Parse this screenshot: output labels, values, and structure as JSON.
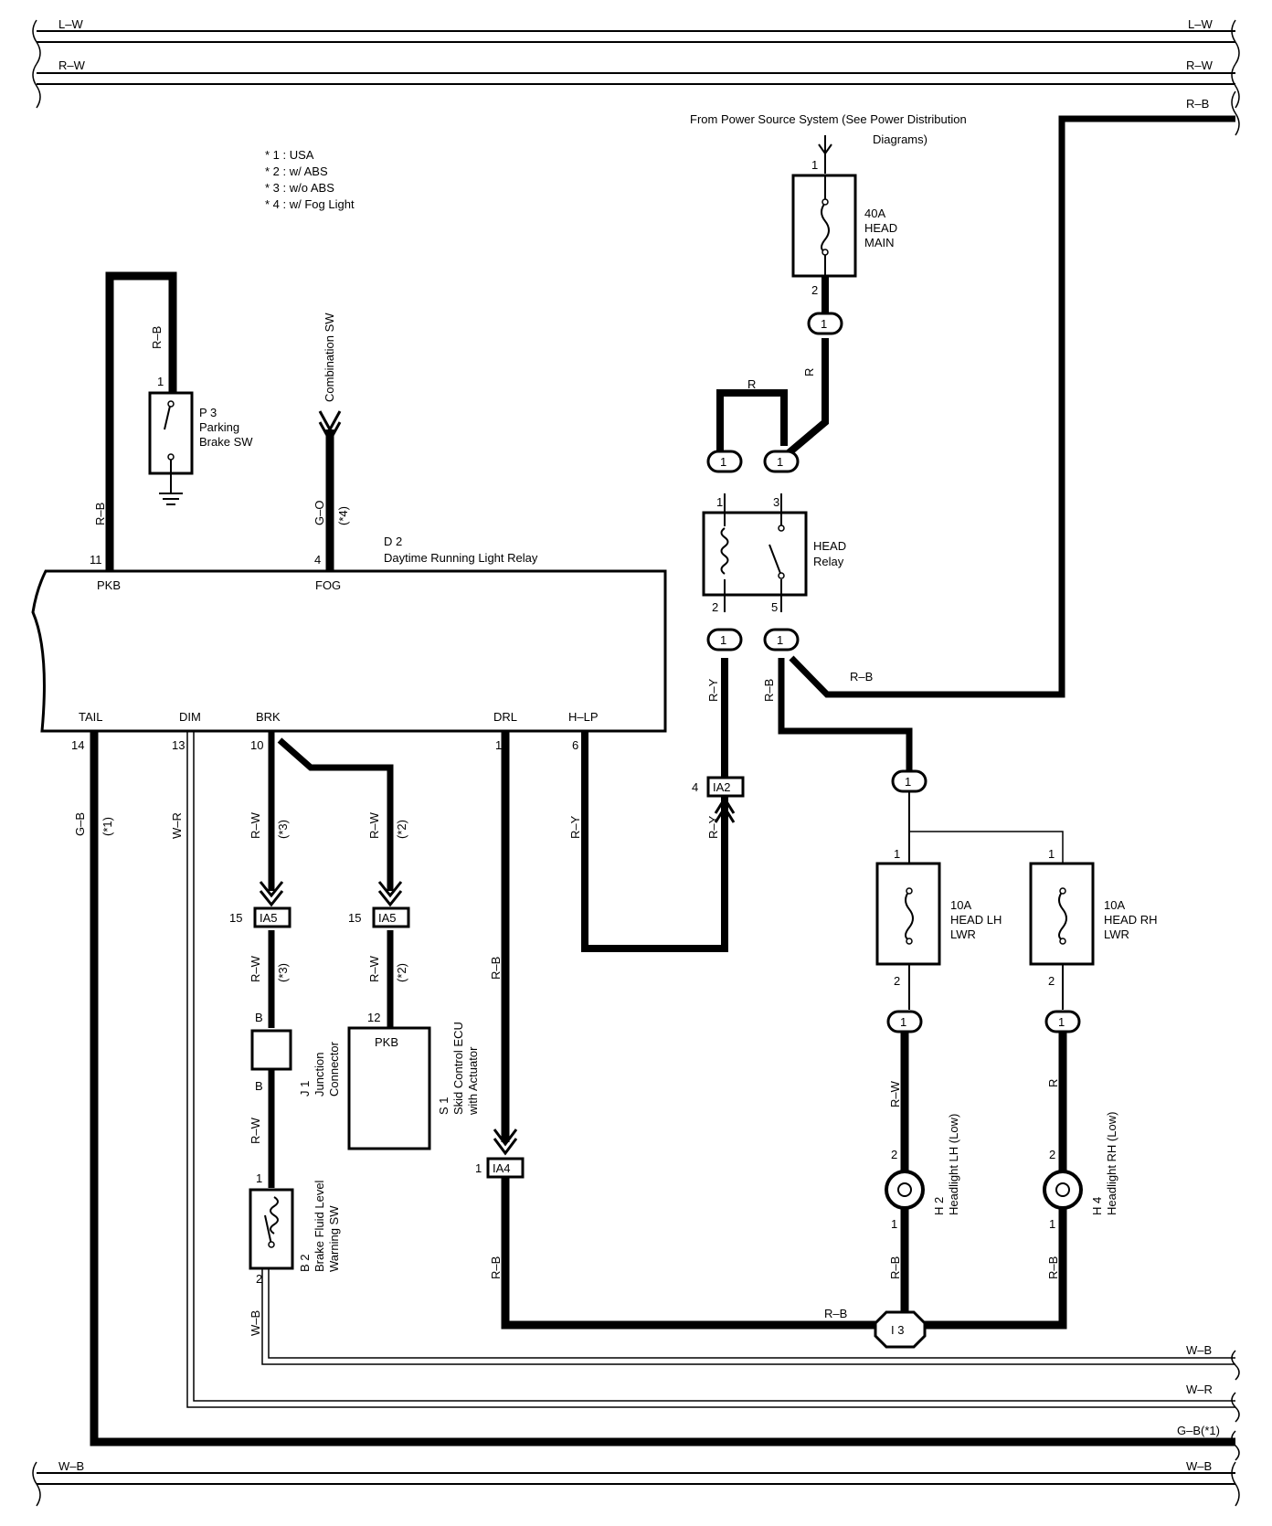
{
  "buses": {
    "lw": "L–W",
    "rw": "R–W",
    "rb": "R–B",
    "wb": "W–B",
    "wr": "W–R",
    "gb": "G–B(*1)",
    "wb_bottom": "W–B"
  },
  "notes": [
    "* 1 : USA",
    "* 2 : w/ ABS",
    "* 3 : w/o ABS",
    "* 4 : w/ Fog Light"
  ],
  "power_source": {
    "line1": "From Power Source System (See Power Distribution",
    "line2": "Diagrams)"
  },
  "fuse_main": {
    "pin_in": "1",
    "pin_out": "2",
    "lines": [
      "40A",
      "HEAD",
      "MAIN"
    ]
  },
  "fuse_lh": {
    "pin_in": "1",
    "pin_out": "2",
    "lines": [
      "10A",
      "HEAD LH",
      "LWR"
    ]
  },
  "fuse_rh": {
    "pin_in": "1",
    "pin_out": "2",
    "lines": [
      "10A",
      "HEAD RH",
      "LWR"
    ]
  },
  "parking_brake_sw": {
    "pin": "1",
    "lines": [
      "P 3",
      "Parking",
      "Brake SW"
    ]
  },
  "combination_sw": "Combination SW",
  "relay_d2": {
    "code": "D 2",
    "name": "Daytime Running Light Relay"
  },
  "head_relay": {
    "lines": [
      "HEAD",
      "Relay"
    ],
    "pins": {
      "p1": "1",
      "p2": "2",
      "p3": "3",
      "p5": "5"
    }
  },
  "terminals": {
    "pkb": {
      "pin": "11",
      "label": "PKB",
      "wire": "R–B"
    },
    "fog": {
      "pin": "4",
      "label": "FOG",
      "wire": "G–O",
      "note": "(*4)"
    },
    "tail": {
      "pin": "14",
      "label": "TAIL",
      "wire": "G–B",
      "note": "(*1)"
    },
    "dim": {
      "pin": "13",
      "label": "DIM",
      "wire": "W–R"
    },
    "brk": {
      "pin": "10",
      "label": "BRK",
      "wire": "R–W",
      "note": "(*3)"
    },
    "drl": {
      "pin": "1",
      "label": "DRL",
      "wire": "R–B"
    },
    "hlp": {
      "pin": "6",
      "label": "H–LP",
      "wire": "R–Y"
    }
  },
  "wires": {
    "rb_top": "R–B",
    "r_loop": "R",
    "r_fuse_out": "R",
    "ry_relay": "R–Y",
    "ry_ia2": "R–Y",
    "rb_relay": "R–B",
    "rb_horizontal": "R–B",
    "rw_abs": "R–W",
    "rw_abs_note": "(*2)",
    "rw_lower_wo": "R–W",
    "rw_lower_wo_note": "(*3)",
    "rw_lower_w": "R–W",
    "rw_lower_w_note": "(*2)",
    "rw_junction": "R–W",
    "wb_brake": "W–B",
    "rw_lh": "R–W",
    "r_rh": "R",
    "rb_lh": "R–B",
    "rb_rh": "R–B",
    "rb_ia4": "R–B",
    "rb_ground": "R–B"
  },
  "connectors": {
    "c1": "1",
    "ia2": {
      "label": "IA2",
      "pin": "4"
    },
    "ia5a": {
      "label": "IA5",
      "pin": "15"
    },
    "ia5b": {
      "label": "IA5",
      "pin": "15"
    },
    "ia4": {
      "label": "IA4",
      "pin": "1"
    },
    "i3": "I 3"
  },
  "skid_ecu": {
    "pin": "12",
    "label": "PKB",
    "lines": [
      "S 1",
      "Skid Control ECU",
      "with Actuator"
    ]
  },
  "junction": {
    "pin_top": "B",
    "pin_bottom": "B",
    "lines": [
      "J 1",
      "Junction",
      "Connector"
    ]
  },
  "brake_fluid_sw": {
    "pin_top": "1",
    "pin_bottom": "2",
    "lines": [
      "B 2",
      "Brake Fluid Level",
      "Warning SW"
    ]
  },
  "headlight_lh": {
    "pin_top": "2",
    "pin_bottom": "1",
    "lines": [
      "H 2",
      "Headlight LH (Low)"
    ]
  },
  "headlight_rh": {
    "pin_top": "2",
    "pin_bottom": "1",
    "lines": [
      "H 4",
      "Headlight RH (Low)"
    ]
  }
}
